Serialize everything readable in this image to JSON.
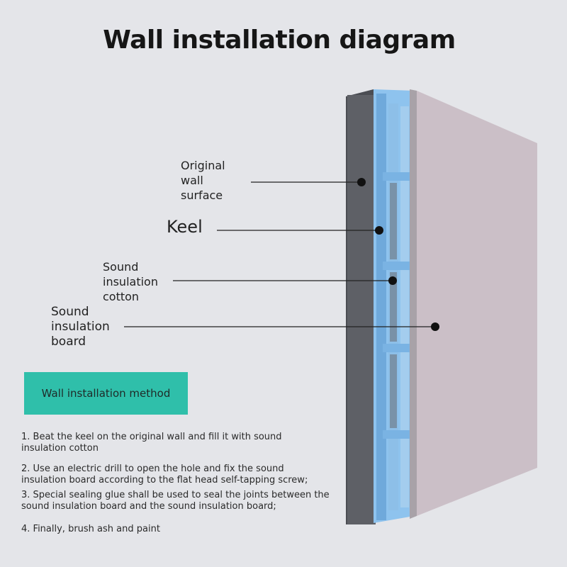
{
  "title": "Wall installation diagram",
  "labels": {
    "original_wall": [
      "Original",
      "wall",
      "surface"
    ],
    "keel": "Keel",
    "cotton": [
      "Sound",
      "insulation",
      "cotton"
    ],
    "board": [
      "Sound",
      "insulation",
      "board"
    ]
  },
  "method": {
    "heading": "Wall installation method",
    "steps": [
      [
        "1. Beat the keel on the original wall and fill it with sound",
        "insulation cotton"
      ],
      [
        "2. Use an electric drill to open the hole and fix the sound",
        "insulation board according to the flat head self-tapping screw;"
      ],
      [
        "3. Special sealing glue shall be used to seal the joints between the",
        "sound insulation board and the sound insulation board;"
      ],
      [
        "4. Finally, brush ash and paint"
      ]
    ]
  },
  "colors": {
    "background": "#e4e5e9",
    "wall": "#5e6066",
    "keel": "#7db6e6",
    "board": "#cbbfc7",
    "method_box": "#2fbfaa"
  }
}
